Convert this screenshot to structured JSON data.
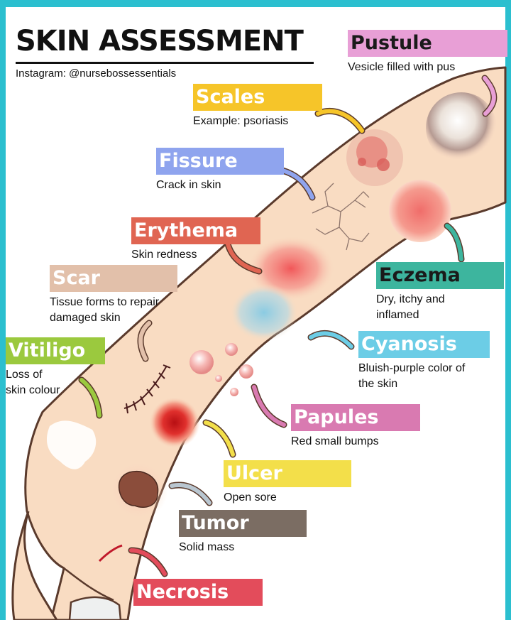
{
  "header": {
    "title": "SKIN ASSESSMENT",
    "handle": "Instagram: @nursebossessentials"
  },
  "colors": {
    "border": "#2bbfcf",
    "skin": "#f9dcc2",
    "skin_outline": "#5a3a2c"
  },
  "conditions": [
    {
      "key": "pustule",
      "title": "Pustule",
      "desc": [
        "Vesicle filled with pus"
      ],
      "tag_color": "#e89fd6",
      "text_color": "#1a1a1a"
    },
    {
      "key": "scales",
      "title": "Scales",
      "desc": [
        "Example: psoriasis"
      ],
      "tag_color": "#f6c529",
      "text_color": "#ffffff"
    },
    {
      "key": "fissure",
      "title": "Fissure",
      "desc": [
        "Crack in skin"
      ],
      "tag_color": "#8fa4ee",
      "text_color": "#ffffff"
    },
    {
      "key": "erythema",
      "title": "Erythema",
      "desc": [
        "Skin redness"
      ],
      "tag_color": "#e06552",
      "text_color": "#ffffff"
    },
    {
      "key": "eczema",
      "title": "Eczema",
      "desc": [
        "Dry, itchy and",
        "inflamed"
      ],
      "tag_color": "#3db59e",
      "text_color": "#1a1a1a"
    },
    {
      "key": "scar",
      "title": "Scar",
      "desc": [
        "Tissue forms to repair",
        "damaged skin"
      ],
      "tag_color": "#e2c0aa",
      "text_color": "#ffffff"
    },
    {
      "key": "cyanosis",
      "title": "Cyanosis",
      "desc": [
        "Bluish-purple color of",
        "the skin"
      ],
      "tag_color": "#6ccde6",
      "text_color": "#ffffff"
    },
    {
      "key": "vitiligo",
      "title": "Vitiligo",
      "desc": [
        "Loss of",
        "skin colour"
      ],
      "tag_color": "#9bc93e",
      "text_color": "#ffffff"
    },
    {
      "key": "papules",
      "title": "Papules",
      "desc": [
        "Red small bumps"
      ],
      "tag_color": "#d97ab1",
      "text_color": "#ffffff"
    },
    {
      "key": "ulcer",
      "title": "Ulcer",
      "desc": [
        "Open sore"
      ],
      "tag_color": "#f3df4a",
      "text_color": "#ffffff"
    },
    {
      "key": "tumor",
      "title": "Tumor",
      "desc": [
        "Solid mass"
      ],
      "tag_color": "#7b6d63",
      "text_color": "#ffffff"
    },
    {
      "key": "necrosis",
      "title": "Necrosis",
      "desc": [],
      "tag_color": "#e34c5b",
      "text_color": "#ffffff"
    }
  ]
}
